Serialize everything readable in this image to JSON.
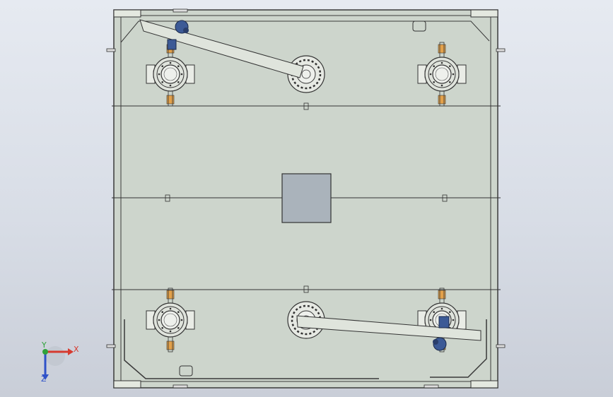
{
  "viewport": {
    "background_top": "#e6eaf1",
    "background_bottom": "#c9ced8",
    "model_fill": "#cdd5cc",
    "edge_color": "#3a3a3a",
    "accent_orange": "#e3a14a",
    "motor_blue": "#3c5a96"
  },
  "triad": {
    "x_label": "X",
    "y_label": "Y",
    "z_label": "Z",
    "x_color": "#d63a2f",
    "y_color": "#2fa23a",
    "z_color": "#2f52c8"
  }
}
